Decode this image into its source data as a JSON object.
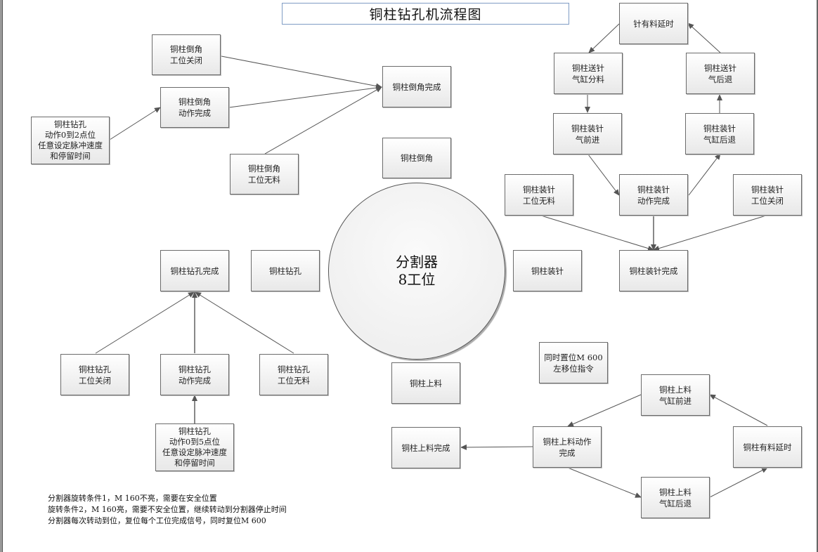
{
  "title": "铜柱钻孔机流程图",
  "center": {
    "line1": "分割器",
    "line2": "8工位"
  },
  "chamfer": {
    "station": [
      "铜柱倒角"
    ],
    "done": [
      "铜柱倒角完成"
    ],
    "closed": [
      "铜柱倒角",
      "工位关闭"
    ],
    "action_done": [
      "铜柱倒角",
      "动作完成"
    ],
    "no_material": [
      "铜柱倒角",
      "工位无料"
    ],
    "drill_setting": [
      "铜柱钻孔",
      "动作0到2点位",
      "任意设定脉冲速度",
      "和停留时间"
    ]
  },
  "pin": {
    "station": [
      "铜柱装针"
    ],
    "done": [
      "铜柱装针完成"
    ],
    "delay": [
      "针有料延时"
    ],
    "feed_split": [
      "铜柱送针",
      "气缸分料"
    ],
    "feed_back": [
      "铜柱送针",
      "气后退"
    ],
    "insert_forward": [
      "铜柱装针",
      "气前进"
    ],
    "insert_back": [
      "铜柱装针",
      "气缸后退"
    ],
    "action_done": [
      "铜柱装针",
      "动作完成"
    ],
    "no_material": [
      "铜柱装针",
      "工位无料"
    ],
    "closed": [
      "铜柱装针",
      "工位关闭"
    ]
  },
  "drill": {
    "station": [
      "铜柱钻孔"
    ],
    "done": [
      "铜柱钻孔完成"
    ],
    "closed": [
      "铜柱钻孔",
      "工位关闭"
    ],
    "action_done": [
      "铜柱钻孔",
      "动作完成"
    ],
    "no_material": [
      "铜柱钻孔",
      "工位无料"
    ],
    "setting": [
      "铜柱钻孔",
      "动作0到5点位",
      "任意设定脉冲速度",
      "和停留时间"
    ]
  },
  "load": {
    "station": [
      "铜柱上料"
    ],
    "done": [
      "铜柱上料完成"
    ],
    "action_done": [
      "铜柱上料动作",
      "完成"
    ],
    "cyl_forward": [
      "铜柱上料",
      "气缸前进"
    ],
    "cyl_back": [
      "铜柱上料",
      "气缸后退"
    ],
    "delay": [
      "铜柱有料延时"
    ],
    "m600": [
      "同时置位M 600",
      "左移位指令"
    ]
  },
  "notes": [
    "分割器旋转条件1，M 160不亮，需要在安全位置",
    "旋转条件2，M 160亮，需要不安全位置，继续转动到分割器停止时间",
    "分割器每次转动到位，复位每个工位完成信号，同时复位M 600"
  ],
  "colors": {
    "line": "#555555",
    "border": "#6b6b6b",
    "title_border": "#7f9cc4"
  }
}
